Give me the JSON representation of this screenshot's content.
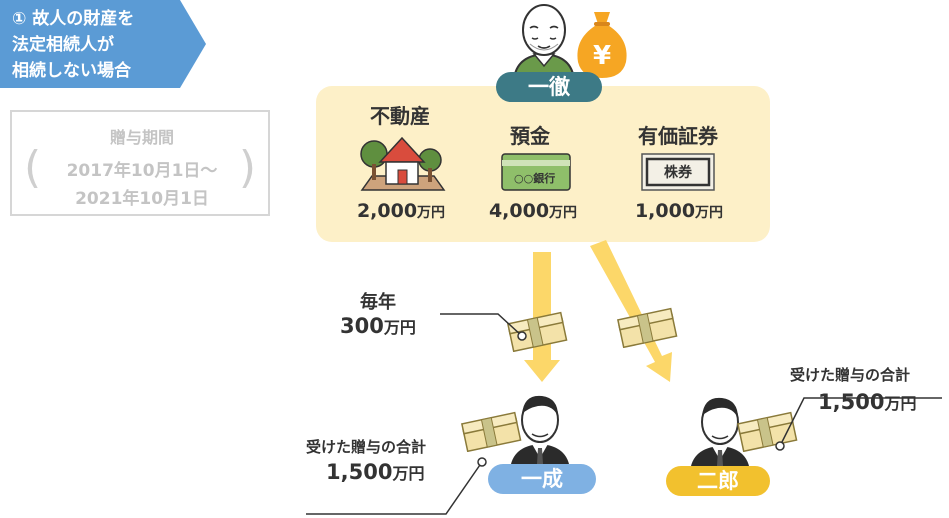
{
  "banner": {
    "line1": "① 故人の財産を",
    "line2": "法定相続人が",
    "line3": "相続しない場合",
    "color": "#5b9bd5"
  },
  "period": {
    "title": "贈与期間",
    "start": "2017年10月1日〜",
    "end": "2021年10月1日"
  },
  "donor": {
    "name": "一徹",
    "name_color": "#3d7a86"
  },
  "assets": [
    {
      "label": "不動産",
      "value": "2,000",
      "unit": "万円",
      "icon": "house-icon"
    },
    {
      "label": "預金",
      "value": "4,000",
      "unit": "万円",
      "icon": "bankbook-icon"
    },
    {
      "label": "有価証券",
      "value": "1,000",
      "unit": "万円",
      "icon": "stock-certificate-icon"
    }
  ],
  "bank_label": "○○銀行",
  "stock_label": "株券",
  "annual": {
    "line1": "毎年",
    "value": "300",
    "unit": "万円"
  },
  "recipients": [
    {
      "name": "一成",
      "color": "#7fb1e3",
      "total_label": "受けた贈与の合計",
      "total_value": "1,500",
      "total_unit": "万円"
    },
    {
      "name": "二郎",
      "color": "#f2c12e",
      "total_label": "受けた贈与の合計",
      "total_value": "1,500",
      "total_unit": "万円"
    }
  ],
  "colors": {
    "arrow": "#fcd769",
    "panel": "#fdf0c8",
    "money_bag": "#f6a623"
  }
}
